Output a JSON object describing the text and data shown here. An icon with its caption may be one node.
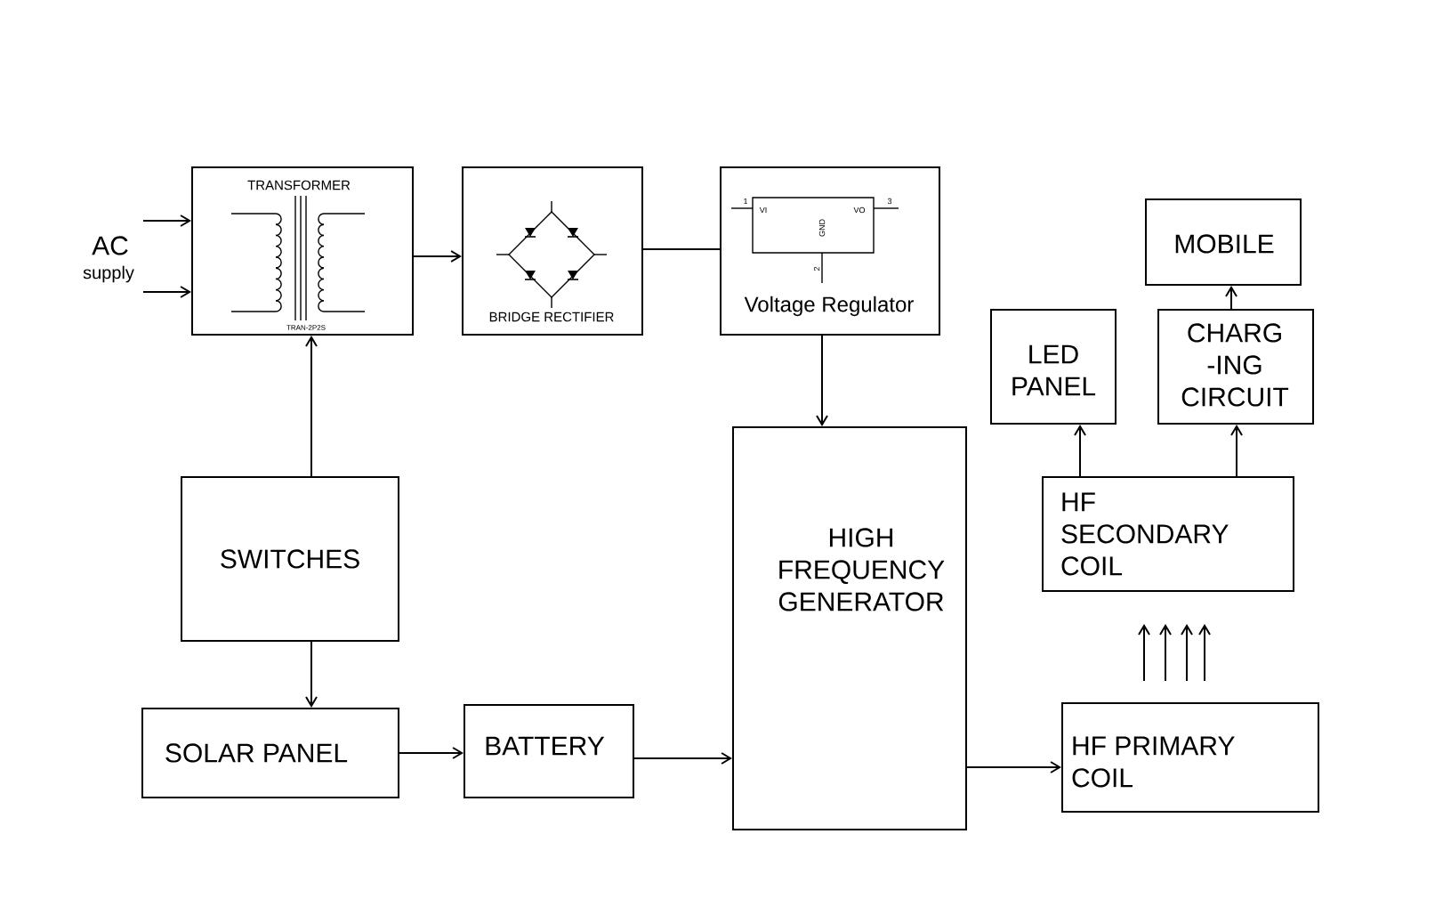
{
  "diagram": {
    "nodes": [
      {
        "text": [
          "AC",
          "supply"
        ]
      },
      {
        "text": [
          "TRANSFORMER",
          "TRAN-2P2S"
        ]
      },
      {
        "text": [
          "BRIDGE RECTIFIER"
        ]
      },
      {
        "text": [
          "Voltage Regulator"
        ]
      },
      {
        "text": [
          "SWITCHES"
        ]
      },
      {
        "text": [
          "HIGH FREQUENCY GENERATOR"
        ]
      },
      {
        "text": [
          "LED PANEL"
        ]
      },
      {
        "text": [
          "MOBILE"
        ]
      },
      {
        "text": [
          "CHARG -ING CIRCUIT"
        ]
      },
      {
        "text": [
          "HF SECONDARY COIL"
        ]
      },
      {
        "text": [
          "SOLAR  PANEL"
        ]
      },
      {
        "text": [
          "BATTERY"
        ]
      },
      {
        "text": [
          "HF PRIMARY COIL"
        ]
      }
    ],
    "edges": [
      {
        "from": 0,
        "to": 1,
        "arrow": "to"
      },
      {
        "from": 0,
        "to": 1,
        "arrow": "to"
      },
      {
        "from": 1,
        "to": 2,
        "arrow": "to"
      },
      {
        "from": 2,
        "to": 3,
        "arrow": "none"
      },
      {
        "from": 3,
        "to": 5,
        "arrow": "to"
      },
      {
        "from": 4,
        "to": 1,
        "arrow": "to"
      },
      {
        "from": 4,
        "to": 10,
        "arrow": "to"
      },
      {
        "from": 10,
        "to": 11,
        "arrow": "to"
      },
      {
        "from": 11,
        "to": 5,
        "arrow": "to"
      },
      {
        "from": 5,
        "to": 12,
        "arrow": "to"
      },
      {
        "from": 9,
        "to": 6,
        "arrow": "to"
      },
      {
        "from": 9,
        "to": 8,
        "arrow": "to"
      },
      {
        "from": 8,
        "to": 7,
        "arrow": "to"
      },
      {
        "from": 12,
        "to": 9,
        "arrow": "to"
      },
      {
        "from": 12,
        "to": 9,
        "arrow": "to"
      },
      {
        "from": 12,
        "to": 9,
        "arrow": "to"
      },
      {
        "from": 12,
        "to": 9,
        "arrow": "to"
      }
    ],
    "labels": [
      "1",
      "VI",
      "VO",
      "3",
      "GND",
      "2"
    ]
  }
}
